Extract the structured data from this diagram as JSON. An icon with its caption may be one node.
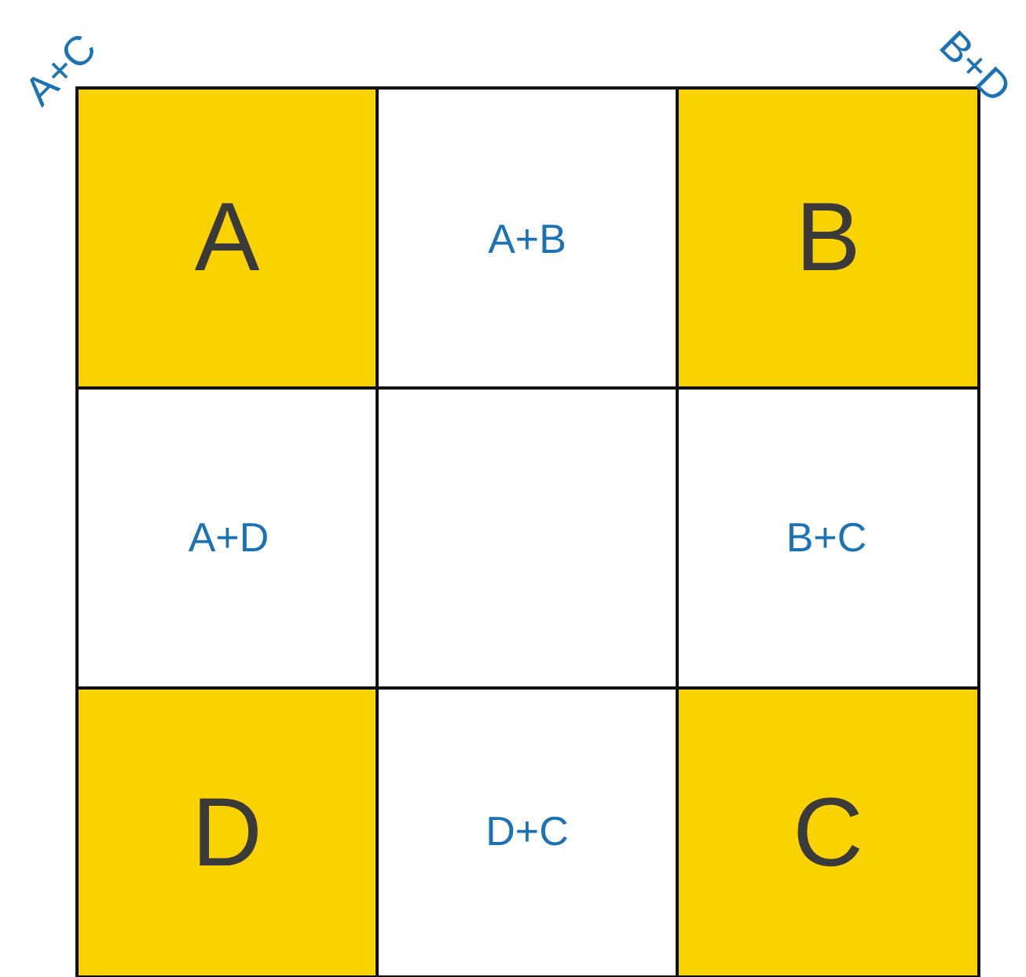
{
  "diagram": {
    "nodes": [
      {
        "text": [
          "A"
        ]
      },
      {
        "text": [
          "A+B"
        ]
      },
      {
        "text": [
          "B"
        ]
      },
      {
        "text": [
          "A+D"
        ]
      },
      {
        "text": [],
        "shape": "box"
      },
      {
        "text": [
          "B+C"
        ]
      },
      {
        "text": [
          "D"
        ]
      },
      {
        "text": [
          "D+C"
        ]
      },
      {
        "text": [
          "C"
        ]
      }
    ],
    "labels": [
      "A+C",
      "B+D"
    ]
  }
}
